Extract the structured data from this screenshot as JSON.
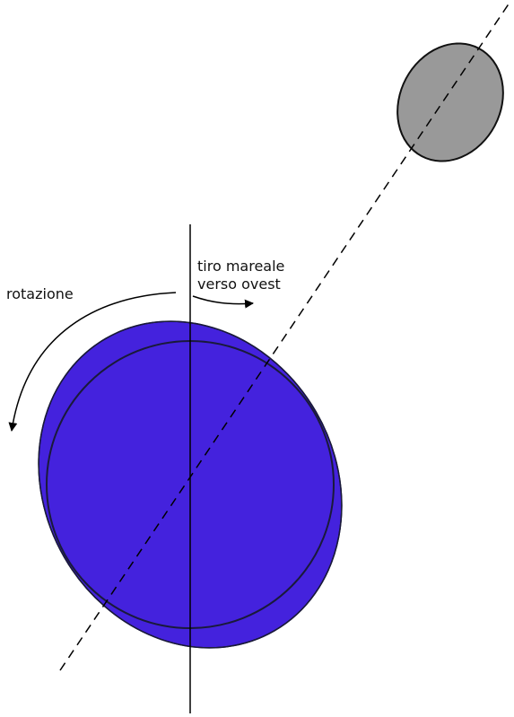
{
  "labels": {
    "rotation": "rotazione",
    "tidal_pull_line1": "tiro mareale",
    "tidal_pull_line2": "verso ovest"
  },
  "colors": {
    "earth_fill": "#4422dd",
    "earth_outline": "#1a1a3a",
    "moon_fill": "#999999",
    "moon_outline": "#111111",
    "line": "#000000"
  },
  "elements": {
    "earth": "tidally-bulged-earth",
    "moon": "moon",
    "rotation_arrow": "curved-arrow-icon",
    "tidal_arrow": "arrow-right-icon"
  }
}
